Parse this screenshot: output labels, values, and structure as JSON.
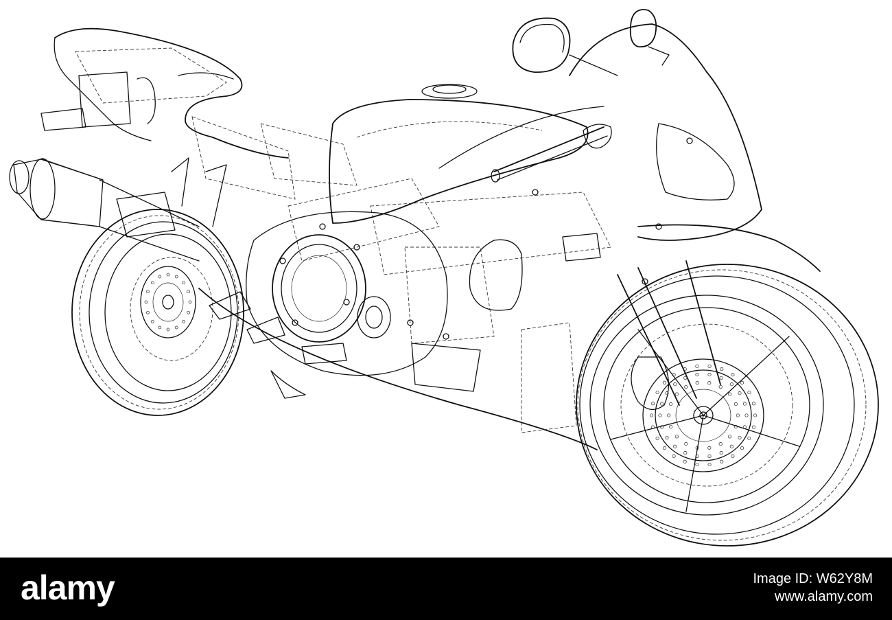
{
  "footer": {
    "brand": "alamy",
    "image_id": "Image ID: W62Y8M",
    "site": "www.alamy.com",
    "background_color": "#000000",
    "text_color": "#ffffff"
  },
  "drawing": {
    "subject_icon": "motorcycle-wireframe-icon",
    "line_color": "#111111",
    "background_color": "#ffffff"
  }
}
